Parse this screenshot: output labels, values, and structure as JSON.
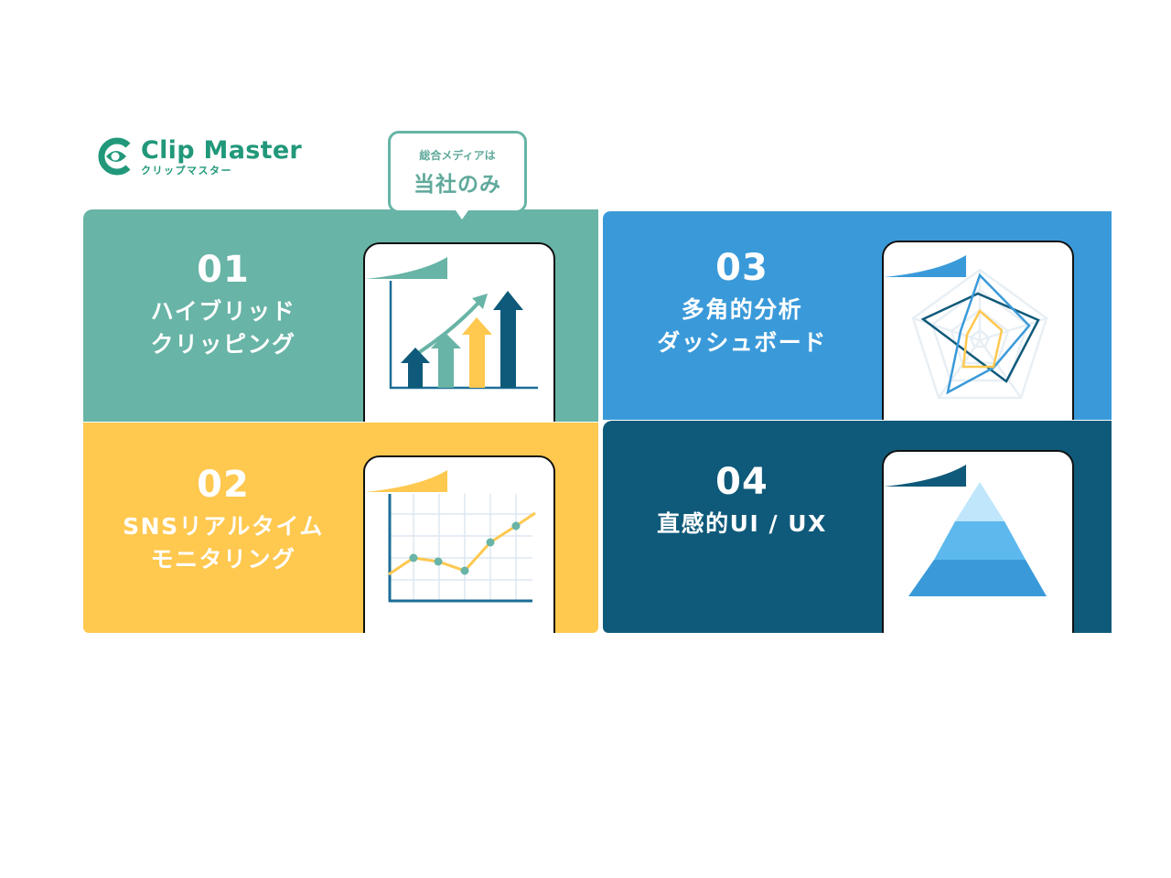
{
  "brand": {
    "name": "Clip Master",
    "kana": "クリップマスター",
    "color": "#21987a"
  },
  "callout": {
    "subtitle": "総合メディアは",
    "title": "当社のみ"
  },
  "cards": [
    {
      "number": "01",
      "title_line1": "ハイブリッド",
      "title_line2": "クリッピング",
      "color": "#68b4a6",
      "illustration": "growth-bar-arrows-icon"
    },
    {
      "number": "02",
      "title_line1": "SNSリアルタイム",
      "title_line2": "モニタリング",
      "color": "#ffc84f",
      "illustration": "line-chart-icon"
    },
    {
      "number": "03",
      "title_line1": "多角的分析",
      "title_line2": "ダッシュボード",
      "color": "#3a9ad9",
      "illustration": "radar-chart-icon"
    },
    {
      "number": "04",
      "title_line1": "直感的UI / UX",
      "title_line2": "",
      "color": "#0f5a7a",
      "illustration": "pyramid-icon"
    }
  ],
  "palette": {
    "teal": "#68b4a6",
    "yellow": "#ffc84f",
    "blue": "#3a9ad9",
    "navy": "#0f5a7a",
    "light_blue": "#5db9ed",
    "pale_blue": "#bfe6fb"
  }
}
